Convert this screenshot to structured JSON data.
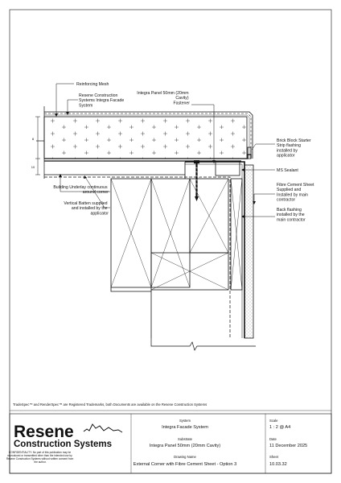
{
  "labels": {
    "reinforcing_mesh": "Reinforcing Mesh",
    "integra_system": [
      "Resene Construction",
      "Systems Integra Facade",
      "System"
    ],
    "panel_fastener": [
      "Integra Panel 50mm (20mm",
      "Cavity)",
      "Fastener"
    ],
    "brick_block": [
      "Brick Block Starter",
      "Strip flashing",
      "installed by",
      "applicator"
    ],
    "ms_sealant": "MS Sealant",
    "building_underlay": [
      "Building Underlay continuous",
      "around corner"
    ],
    "vertical_batten": [
      "Vertical Batten supplied",
      "and installed by the",
      "applicator"
    ],
    "fibre_cement": [
      "Fibre Cement Sheet",
      "Supplied and",
      "Installed by main",
      "contractor"
    ],
    "back_flashing": [
      "Back flashing",
      "installed by the",
      "main contractor"
    ]
  },
  "dims": {
    "d1": "8",
    "d2": "10"
  },
  "footer_note": "TradeSpec™ and RenderSpec™ are Registered Trademarks, both Documents are available on the Resene Construction Systems",
  "title_block": {
    "logo_word": "Resene",
    "logo_sub": "Construction Systems",
    "confidentiality": [
      "CONFIDENTIALITY: No part of this publication may be",
      "reproduced or transmitted other than the intended use by",
      "Resene Construction Systems without written consent from",
      "the author."
    ],
    "system_label": "System",
    "system_value": "Integra Facade System",
    "substrate_label": "Substrate",
    "substrate_value": "Integra Panel 50mm (20mm Cavity)",
    "drawing_name_label": "Drawing Name",
    "drawing_name_value": "External Corner with Fibre Cement Sheet - Option 3",
    "scale_label": "Scale",
    "scale_value": "1 : 2 @ A4",
    "date_label": "Date",
    "date_value": "11 December 2025",
    "sheet_label": "Sheet",
    "sheet_value": "10.03.32"
  },
  "colors": {
    "line": "#111111",
    "hatch": "#333333"
  }
}
